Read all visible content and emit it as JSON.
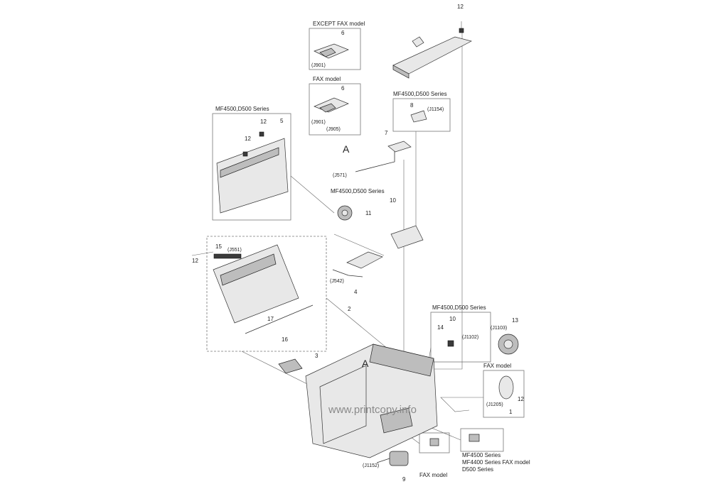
{
  "captions": {
    "except_fax_model": "EXCEPT FAX model",
    "fax_model_top": "FAX model",
    "mf4500_d500_left": "MF4500,D500 Series",
    "mf4500_d500_right_top": "MF4500,D500 Series",
    "mf4500_d500_middle": "MF4500,D500 Series",
    "mf4500_d500_fan": "MF4500,D500 Series",
    "fax_model_right": "FAX model",
    "fax_model_bottom": "FAX model",
    "series_note_line1": "MF4500 Series",
    "series_note_line2": "MF4400 Series FAX model",
    "series_note_line3": "D500 Series"
  },
  "part_numbers": {
    "p12_top": "12",
    "p6_a": "6",
    "p6_b": "6",
    "p8": "8",
    "p7": "7",
    "p12_left_a": "12",
    "p5": "5",
    "p12_left_b": "12",
    "p10_mid": "10",
    "p11": "11",
    "p15": "15",
    "p12_far_left": "12",
    "p4": "4",
    "p2": "2",
    "p17": "17",
    "p16": "16",
    "p3": "3",
    "p10_fan": "10",
    "p14": "14",
    "p13": "13",
    "p12_fax": "12",
    "p1": "1",
    "p9": "9"
  },
  "connectors": {
    "j901_a": "(J901)",
    "j901_b": "(J901)",
    "j905": "(J905)",
    "j1154": "(J1154)",
    "j571": "(J571)",
    "j551": "(J551)",
    "j542": "(J542)",
    "j1102": "(J1102)",
    "j1103": "(J1103)",
    "j1205": "(J1205)",
    "j1152": "(J1152)"
  },
  "markers": {
    "a_top": "A",
    "a_bottom": "A"
  },
  "watermark": "www.printcopy.info"
}
